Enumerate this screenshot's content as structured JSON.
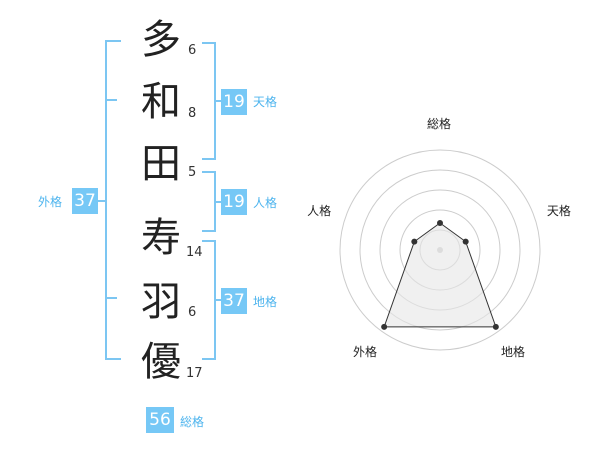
{
  "chars": [
    {
      "glyph": "多",
      "strokes": "6"
    },
    {
      "glyph": "和",
      "strokes": "8"
    },
    {
      "glyph": "田",
      "strokes": "5"
    },
    {
      "glyph": "寿",
      "strokes": "14"
    },
    {
      "glyph": "羽",
      "strokes": "6"
    },
    {
      "glyph": "優",
      "strokes": "17"
    }
  ],
  "fortune": {
    "tenkaku": {
      "value": "19",
      "label": "天格"
    },
    "jinkaku": {
      "value": "19",
      "label": "人格"
    },
    "chikaku": {
      "value": "37",
      "label": "地格"
    },
    "gaikaku": {
      "value": "37",
      "label": "外格"
    },
    "soukaku": {
      "value": "56",
      "label": "総格"
    }
  },
  "chart_data": {
    "type": "radar",
    "axes": [
      "総格",
      "天格",
      "地格",
      "外格",
      "人格"
    ],
    "values": [
      0.27,
      0.27,
      0.95,
      0.95,
      0.27
    ],
    "range": [
      0,
      1
    ],
    "rings": 5,
    "colors": {
      "line": "#333333",
      "fill": "#e6e6e6",
      "grid": "#cccccc"
    }
  }
}
